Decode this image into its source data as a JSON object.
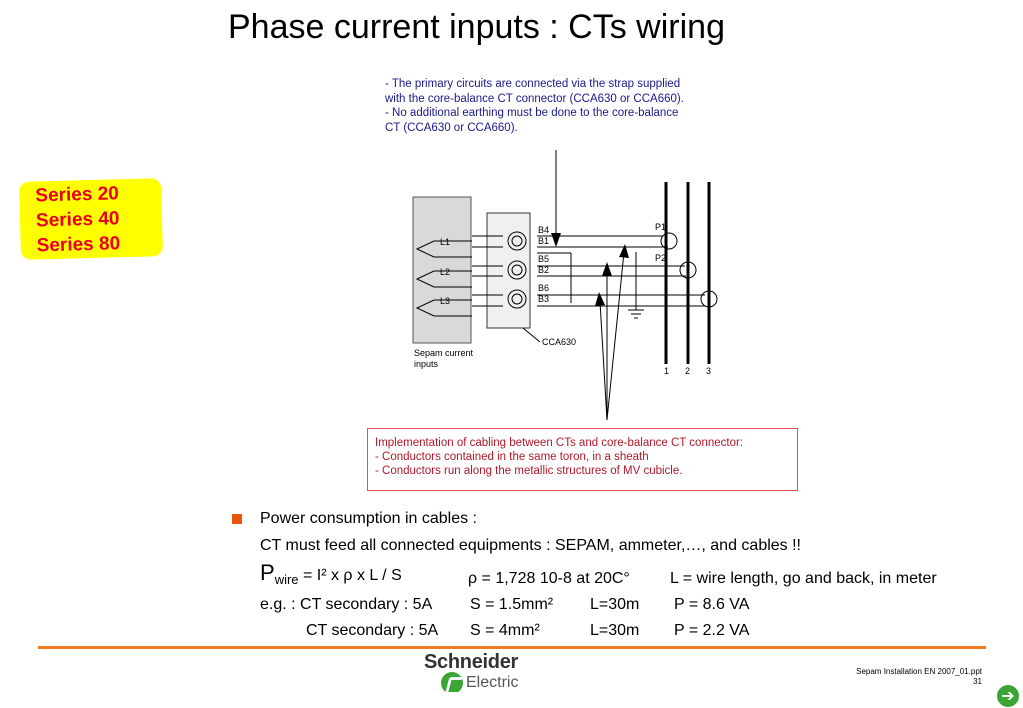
{
  "title": "Phase current inputs : CTs wiring",
  "series_labels": [
    "Series 20",
    "Series 40",
    "Series 80"
  ],
  "note_top": [
    "- The primary circuits are connected via the strap supplied",
    "with the core-balance CT connector (CCA630 or CCA660).",
    "- No additional earthing must be done to the core-balance",
    "CT (CCA630 or CCA660)."
  ],
  "note_bottom": [
    "Implementation of cabling between CTs and core-balance CT connector:",
    "- Conductors contained in the same toron, in a sheath",
    "- Conductors run along the metallic structures of MV cubicle."
  ],
  "diagram": {
    "inputs": [
      "L1",
      "L2",
      "L3"
    ],
    "terminals": [
      "B4",
      "B1",
      "B5",
      "B2",
      "B6",
      "B3"
    ],
    "primary": [
      "P1",
      "P2"
    ],
    "phases": [
      "1",
      "2",
      "3"
    ],
    "sepam_label": [
      "Sepam current",
      "inputs"
    ],
    "connector": "CCA630"
  },
  "body": {
    "bullet": "Power consumption in cables :",
    "line2": "CT must feed all connected equipments : SEPAM, ammeter,…, and cables !!",
    "formula_p": "P",
    "formula_sub": "wire",
    "formula_rest": " = I² x ρ x L / S",
    "rho": "ρ = 1,728 10-8 at 20C°",
    "length": "L = wire length, go and back, in meter",
    "ex1_a": "e.g. : CT secondary : 5A",
    "ex1_b": "S = 1.5mm²",
    "ex1_c": "L=30m",
    "ex1_d": "P = 8.6 VA",
    "ex2_a": "CT secondary : 5A",
    "ex2_b": "S = 4mm²",
    "ex2_c": "L=30m",
    "ex2_d": "P = 2.2 VA"
  },
  "logo": {
    "name": "Schneider",
    "sub": "Electric"
  },
  "footer": {
    "doc": "Sepam Installation EN 2007_01.ppt",
    "page": "31"
  },
  "nav": {
    "next_symbol": "➔"
  },
  "colors": {
    "accent": "#f07a20",
    "series_red": "#e8001c",
    "highlight": "#ffff00",
    "brand_green": "#3aa535"
  }
}
